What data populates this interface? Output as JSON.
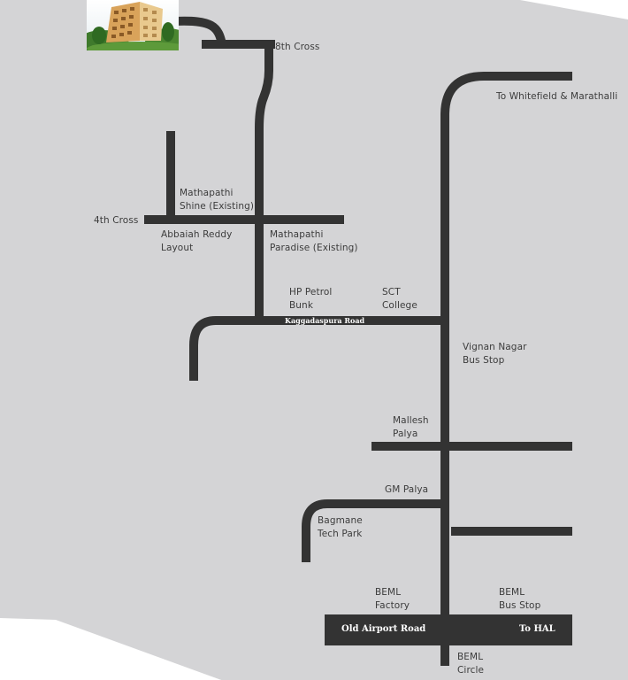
{
  "colors": {
    "background": "#d4d4d6",
    "road": "#333333",
    "label": "#3c3c3c",
    "road_text": "#ffffff"
  },
  "image": {
    "icon": "apartment-building-thumbnail"
  },
  "labels": {
    "eighth_cross": "8th Cross",
    "whitefield": "To Whitefield & Marathalli",
    "shine": "Mathapathi\nShine (Existing)",
    "fourth_cross": "4th Cross",
    "abbaiah": "Abbaiah Reddy\nLayout",
    "paradise": "Mathapathi\nParadise (Existing)",
    "hp_petrol": "HP Petrol\nBunk",
    "sct": "SCT\nCollege",
    "kaggadaspura": "Kaggadaspura Road",
    "vignan": "Vignan Nagar\nBus Stop",
    "mallesh": "Mallesh\nPalya",
    "gm_palya": "GM Palya",
    "bagmane": "Bagmane\nTech Park",
    "beml_factory": "BEML\nFactory",
    "beml_bus_stop": "BEML\nBus Stop",
    "old_airport": "Old Airport Road",
    "to_hal": "To HAL",
    "beml_circle": "BEML\nCircle"
  }
}
